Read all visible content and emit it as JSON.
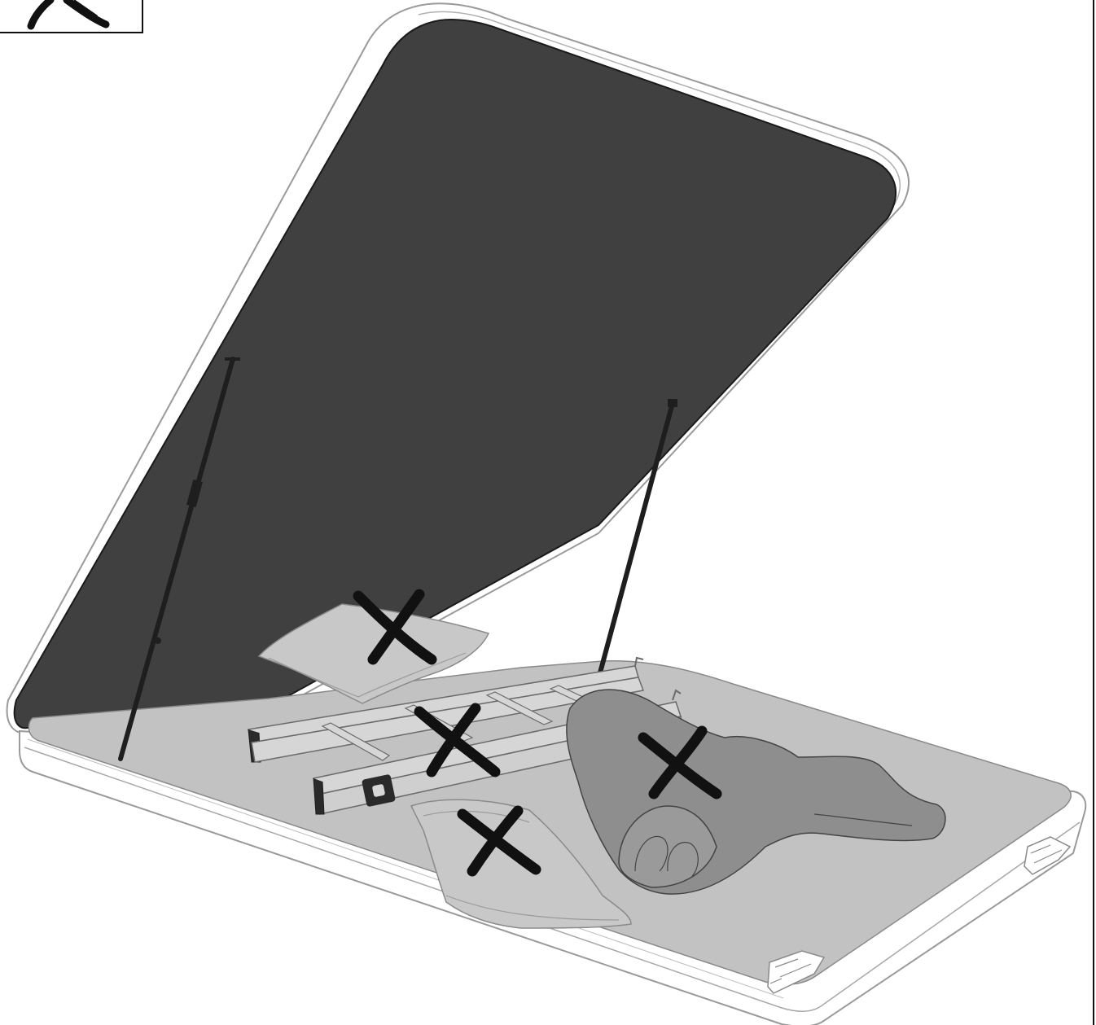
{
  "illustration": {
    "colors": {
      "background": "#ffffff",
      "lid_panel": "#404040",
      "shell_outline": "#9a9a9a",
      "mattress": "#c2c2c2",
      "cushion": "#c8c8c8",
      "ladder": "#d6d6d6",
      "sleeping_bag": "#8e8e8e",
      "prohibited_mark": "#111111",
      "strut": "#1e1e1e"
    },
    "items": [
      {
        "name": "lid",
        "marked_prohibited": false
      },
      {
        "name": "gas-strut-left",
        "marked_prohibited": false
      },
      {
        "name": "gas-strut-right",
        "marked_prohibited": false
      },
      {
        "name": "mattress",
        "marked_prohibited": false
      },
      {
        "name": "pillow-back",
        "marked_prohibited": true
      },
      {
        "name": "ladder",
        "marked_prohibited": true
      },
      {
        "name": "pillow-front",
        "marked_prohibited": true
      },
      {
        "name": "sleeping-bag",
        "marked_prohibited": true
      },
      {
        "name": "latch-front",
        "marked_prohibited": false
      },
      {
        "name": "latch-side",
        "marked_prohibited": false
      }
    ],
    "inset_icon": {
      "name": "tent-closing-icon"
    }
  }
}
